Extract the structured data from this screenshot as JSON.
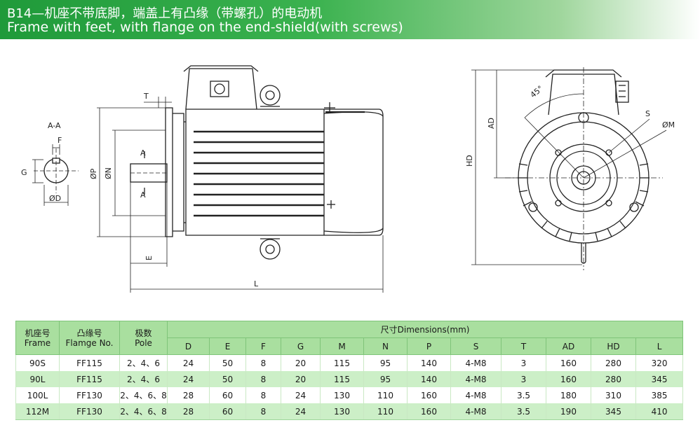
{
  "header": {
    "title_zh": "B14—机座不带底脚，端盖上有凸缘（带螺孔）的电动机",
    "title_en": "Frame with feet, with flange on the end-shield(with screws)"
  },
  "drawing_labels": {
    "section": "A-A",
    "f": "F",
    "g": "G",
    "d": "ØD",
    "t": "T",
    "a_top": "A",
    "a_bottom": "A",
    "p": "ØP",
    "n": "ØN",
    "e": "E",
    "l": "L",
    "hd": "HD",
    "ad": "AD",
    "angle": "45°",
    "s": "S",
    "m": "ØM"
  },
  "table": {
    "col_frame": "机座号\nFrame",
    "col_flange": "凸缘号\nFlamge No.",
    "col_pole": "极数\nPole",
    "dimensions_title": "尺寸Dimensions(mm)",
    "dims": [
      "D",
      "E",
      "F",
      "G",
      "M",
      "N",
      "P",
      "S",
      "T",
      "AD",
      "HD",
      "L"
    ],
    "rows": [
      {
        "frame": "90S",
        "flange": "FF115",
        "pole": "2、4、6",
        "vals": [
          "24",
          "50",
          "8",
          "20",
          "115",
          "95",
          "140",
          "4-M8",
          "3",
          "160",
          "280",
          "320"
        ]
      },
      {
        "frame": "90L",
        "flange": "FF115",
        "pole": "2、4、6",
        "vals": [
          "24",
          "50",
          "8",
          "20",
          "115",
          "95",
          "140",
          "4-M8",
          "3",
          "160",
          "280",
          "345"
        ]
      },
      {
        "frame": "100L",
        "flange": "FF130",
        "pole": "2、4、6、8",
        "vals": [
          "28",
          "60",
          "8",
          "24",
          "130",
          "110",
          "160",
          "4-M8",
          "3.5",
          "180",
          "310",
          "385"
        ]
      },
      {
        "frame": "112M",
        "flange": "FF130",
        "pole": "2、4、6、8",
        "vals": [
          "28",
          "60",
          "8",
          "24",
          "130",
          "110",
          "160",
          "4-M8",
          "3.5",
          "190",
          "345",
          "410"
        ]
      }
    ]
  }
}
